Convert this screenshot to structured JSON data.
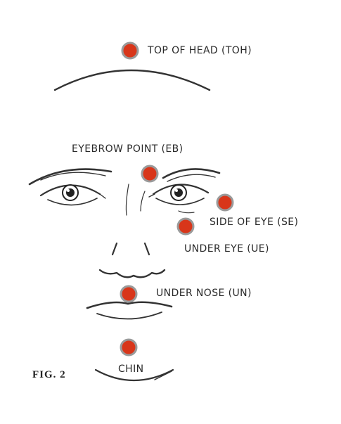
{
  "figure_label": "FIG. 2",
  "point_color": "#d8361a",
  "point_ring_color": "#9a9a9a",
  "points": {
    "top_of_head": "TOP  OF HEAD (TOH)",
    "eyebrow": "EYEBROW POINT (EB)",
    "side_of_eye": "SIDE OF EYE (SE)",
    "under_eye": "UNDER EYE (UE)",
    "under_nose": "UNDER NOSE (UN)",
    "chin": "CHIN"
  }
}
